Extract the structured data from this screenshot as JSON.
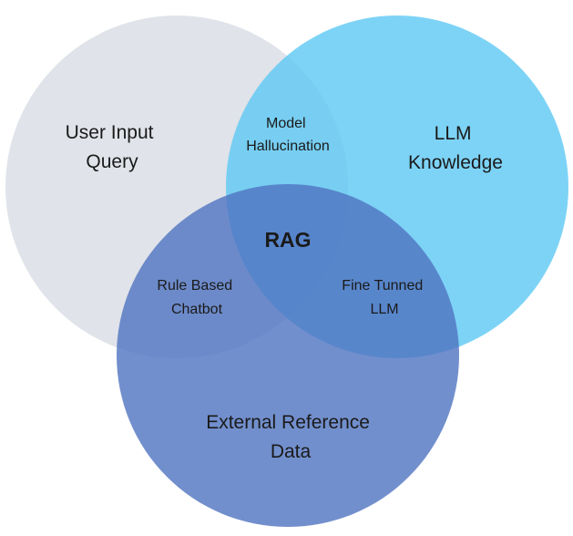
{
  "diagram": {
    "sets": [
      {
        "id": "user",
        "lines": [
          "User Input",
          "Query"
        ],
        "color": "#D5DAE1"
      },
      {
        "id": "llm",
        "lines": [
          "LLM",
          "Knowledge"
        ],
        "color": "#66CCF5"
      },
      {
        "id": "external",
        "lines": [
          "External Reference",
          "Data"
        ],
        "color": "#5A7FC6"
      }
    ],
    "intersections": {
      "user_llm": {
        "lines": [
          "Model",
          "Hallucination"
        ]
      },
      "user_external": {
        "lines": [
          "Rule Based",
          "Chatbot"
        ]
      },
      "llm_external": {
        "lines": [
          "Fine Tunned",
          "LLM"
        ]
      },
      "all": {
        "label": "RAG"
      }
    }
  }
}
